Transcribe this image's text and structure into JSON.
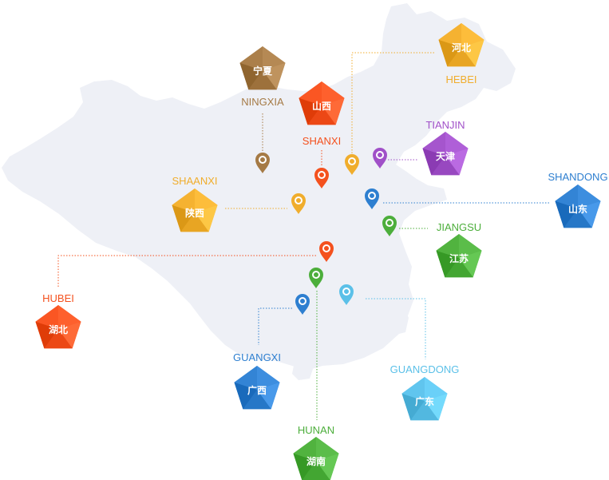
{
  "colors": {
    "land": "#eef0f6",
    "orange_red": "#f4511e",
    "orange": "#f5a623",
    "gold": "#f0ad2c",
    "bronze": "#a57a45",
    "purple": "#a050c8",
    "blue": "#2e7fd0",
    "green": "#4cae3b",
    "light_blue": "#5bc0e8"
  },
  "provinces": [
    {
      "id": "ningxia",
      "name_en": "NINGXIA",
      "name_cn": "宁夏",
      "icon": "pin-icon",
      "color": "#a57a45"
    },
    {
      "id": "shanxi",
      "name_en": "SHANXI",
      "name_cn": "山西",
      "icon": "pin-icon",
      "color": "#f4511e"
    },
    {
      "id": "hebei",
      "name_en": "HEBEI",
      "name_cn": "河北",
      "icon": "pin-icon",
      "color": "#f0ad2c"
    },
    {
      "id": "tianjin",
      "name_en": "TIANJIN",
      "name_cn": "天津",
      "icon": "pin-icon",
      "color": "#a050c8"
    },
    {
      "id": "shaanxi",
      "name_en": "SHAANXI",
      "name_cn": "陕西",
      "icon": "pin-icon",
      "color": "#f0ad2c"
    },
    {
      "id": "shandong",
      "name_en": "SHANDONG",
      "name_cn": "山东",
      "icon": "pin-icon",
      "color": "#2e7fd0"
    },
    {
      "id": "jiangsu",
      "name_en": "JIANGSU",
      "name_cn": "江苏",
      "icon": "pin-icon",
      "color": "#4cae3b"
    },
    {
      "id": "hubei",
      "name_en": "HUBEI",
      "name_cn": "湖北",
      "icon": "pin-icon",
      "color": "#f4511e"
    },
    {
      "id": "guangxi",
      "name_en": "GUANGXI",
      "name_cn": "广西",
      "icon": "pin-icon",
      "color": "#2e7fd0"
    },
    {
      "id": "guangdong",
      "name_en": "GUANGDONG",
      "name_cn": "广东",
      "icon": "pin-icon",
      "color": "#5bc0e8"
    },
    {
      "id": "hunan",
      "name_en": "HUNAN",
      "name_cn": "湖南",
      "icon": "pin-icon",
      "color": "#4cae3b"
    }
  ]
}
